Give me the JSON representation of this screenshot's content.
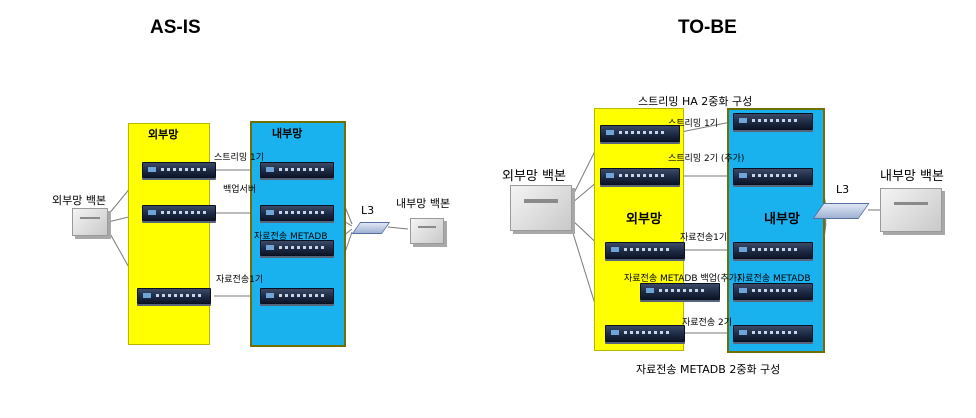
{
  "asis": {
    "title": "AS-IS",
    "zone_external": "외부망",
    "zone_internal": "내부망",
    "backbone_external": "외부망 백본",
    "backbone_internal": "내부망 백본",
    "switch_label": "L3",
    "labels": {
      "streaming": "스트리밍 1기",
      "backup_server": "백업서버",
      "metadb": "자료전송 METADB",
      "transfer": "자료전송1기"
    }
  },
  "tobe": {
    "title": "TO-BE",
    "top_caption": "스트리밍 HA 2중화 구성",
    "bottom_caption": "자료전송 METADB 2중화 구성",
    "zone_external": "외부망",
    "zone_internal": "내부망",
    "backbone_external": "외부망 백본",
    "backbone_internal": "내부망 백본",
    "switch_label": "L3",
    "labels": {
      "streaming1": "스트리밍 1기",
      "streaming2": "스트리밍 2기 (추가)",
      "transfer1": "자료전송1기",
      "metadb_backup": "자료전송 METADB 백업(추가)",
      "metadb": "자료전송 METADB",
      "transfer2": "자료전송 2기"
    }
  },
  "colors": {
    "external_zone": "#ffff00",
    "internal_zone": "#19b2ee"
  }
}
